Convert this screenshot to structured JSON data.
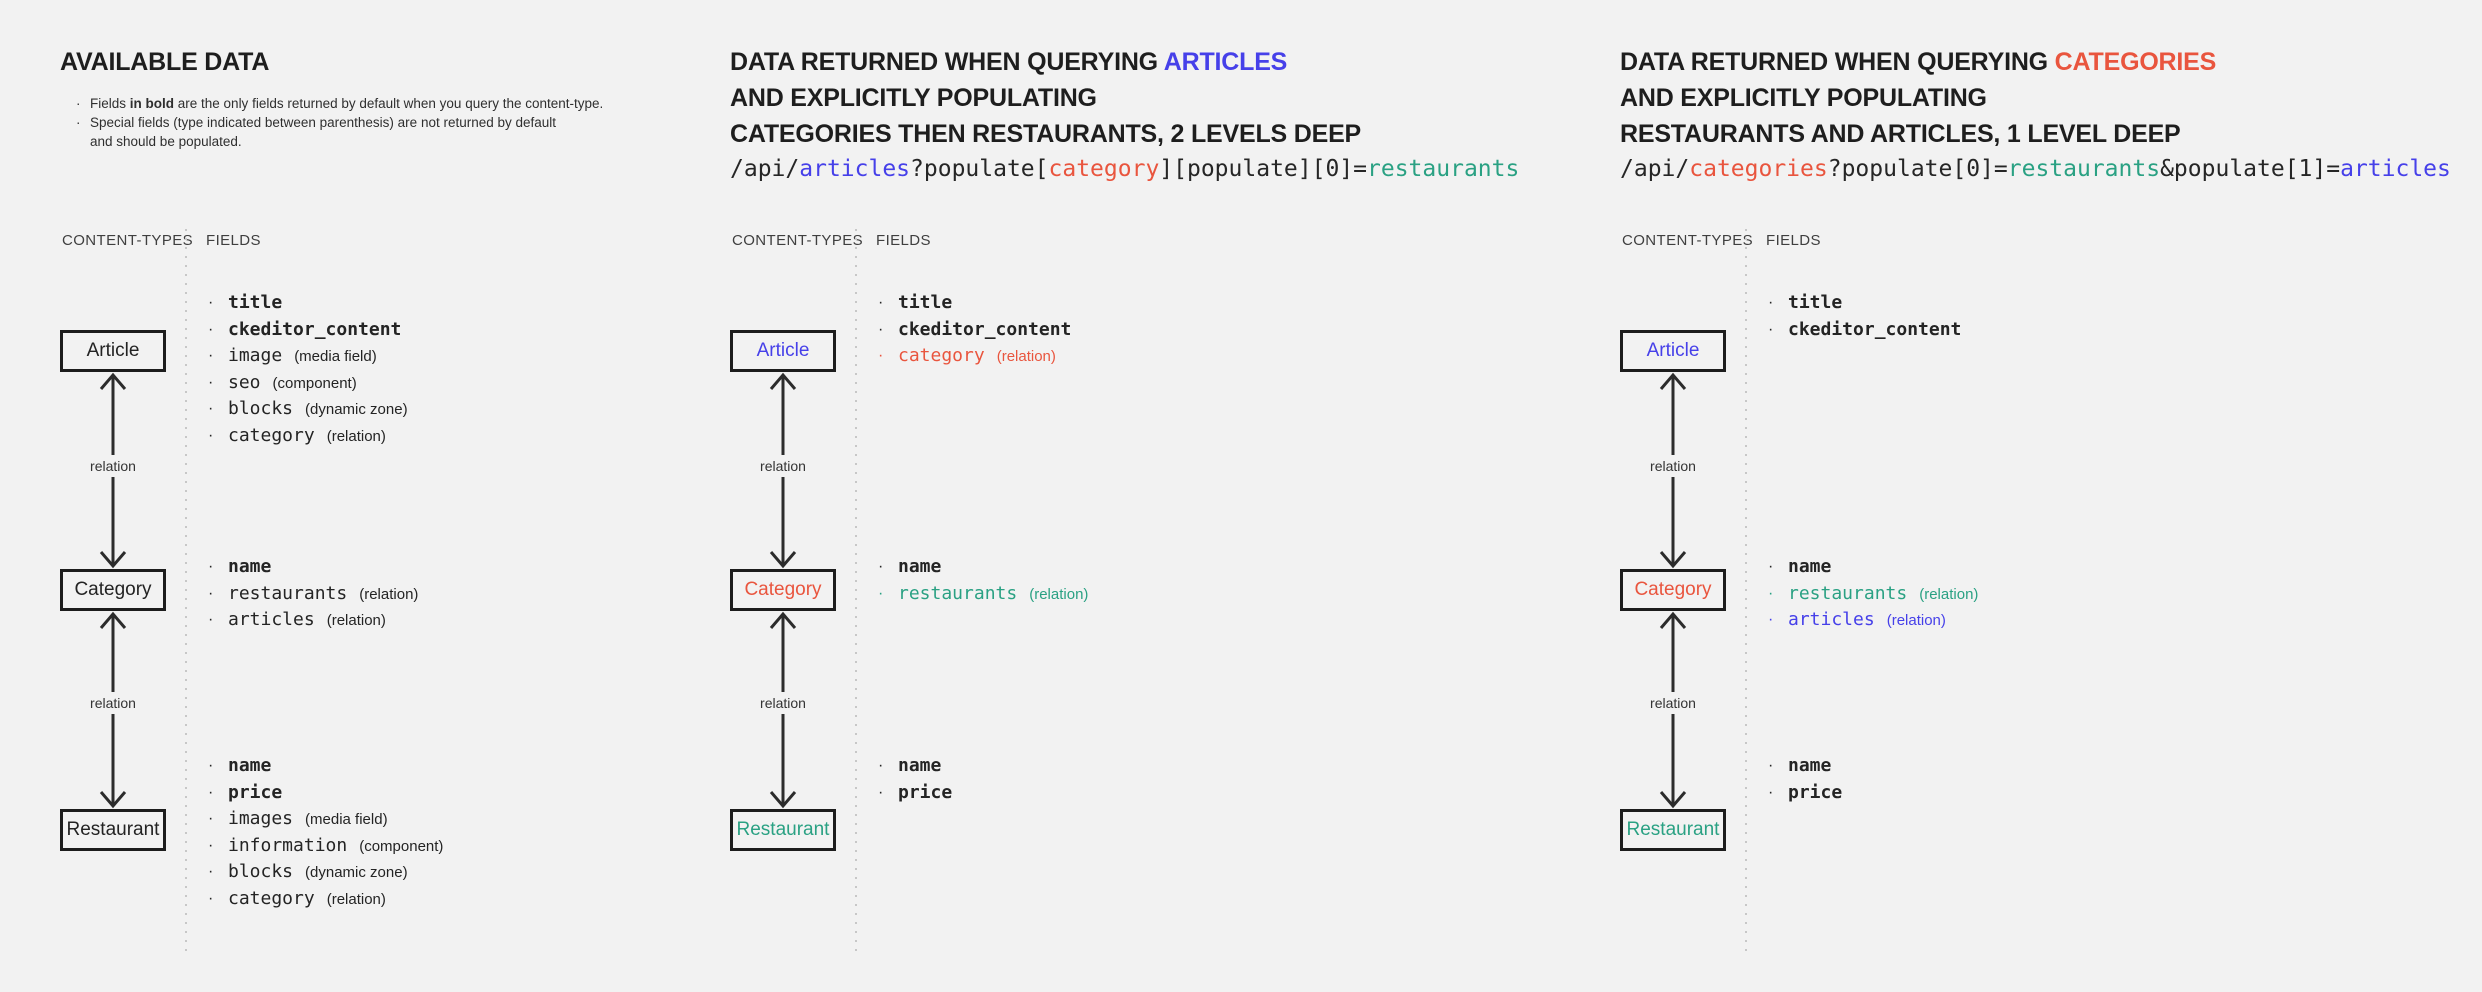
{
  "colors": {
    "background": "#f2f2f2",
    "ink": "#232323",
    "accent_blue_articles": "#4640e9",
    "accent_red_categories": "#e9553e",
    "accent_teal_restaurants": "#2aa183"
  },
  "relation_label": "relation",
  "panels": [
    {
      "title": "AVAILABLE DATA",
      "notes": [
        {
          "prefix": "Fields ",
          "bold": "in bold",
          "suffix": " are the only fields returned by default when you query the content-type."
        },
        {
          "line1": "Special fields (type indicated between parenthesis) are not returned by default",
          "line2": "and should be populated."
        }
      ],
      "columns": {
        "left": "CONTENT-TYPES",
        "right": "FIELDS"
      },
      "nodes": [
        {
          "label": "Article",
          "fields": [
            {
              "name": "title",
              "bold": true
            },
            {
              "name": "ckeditor_content",
              "bold": true
            },
            {
              "name": "image",
              "type": "(media field)"
            },
            {
              "name": "seo",
              "type": "(component)"
            },
            {
              "name": "blocks",
              "type": "(dynamic zone)"
            },
            {
              "name": "category",
              "type": "(relation)"
            }
          ]
        },
        {
          "label": "Category",
          "fields": [
            {
              "name": "name",
              "bold": true
            },
            {
              "name": "restaurants",
              "type": "(relation)"
            },
            {
              "name": "articles",
              "type": "(relation)"
            }
          ]
        },
        {
          "label": "Restaurant",
          "fields": [
            {
              "name": "name",
              "bold": true
            },
            {
              "name": "price",
              "bold": true
            },
            {
              "name": "images",
              "type": "(media field)"
            },
            {
              "name": "information",
              "type": "(component)"
            },
            {
              "name": "blocks",
              "type": "(dynamic zone)"
            },
            {
              "name": "category",
              "type": "(relation)"
            }
          ]
        }
      ]
    },
    {
      "heading": {
        "line1_prefix": "DATA RETURNED WHEN QUERYING ",
        "line1_highlight": "ARTICLES",
        "line2": "AND EXPLICITLY POPULATING",
        "line3": "CATEGORIES THEN RESTAURANTS, 2 LEVELS DEEP"
      },
      "api": [
        {
          "text": "/api/"
        },
        {
          "text": "articles",
          "highlight": "blue"
        },
        {
          "text": "?populate["
        },
        {
          "text": "category",
          "highlight": "red"
        },
        {
          "text": "][populate][0]="
        },
        {
          "text": "restaurants",
          "highlight": "teal"
        }
      ],
      "columns": {
        "left": "CONTENT-TYPES",
        "right": "FIELDS"
      },
      "nodes": [
        {
          "label": "Article",
          "highlight": "blue",
          "fields": [
            {
              "name": "title",
              "bold": true
            },
            {
              "name": "ckeditor_content",
              "bold": true
            },
            {
              "name": "category",
              "type": "(relation)",
              "highlight": "red"
            }
          ]
        },
        {
          "label": "Category",
          "highlight": "red",
          "fields": [
            {
              "name": "name",
              "bold": true
            },
            {
              "name": "restaurants",
              "type": "(relation)",
              "highlight": "teal"
            }
          ]
        },
        {
          "label": "Restaurant",
          "highlight": "teal",
          "fields": [
            {
              "name": "name",
              "bold": true
            },
            {
              "name": "price",
              "bold": true
            }
          ]
        }
      ]
    },
    {
      "heading": {
        "line1_prefix": "DATA RETURNED WHEN QUERYING ",
        "line1_highlight": "CATEGORIES",
        "line2": "AND EXPLICITLY POPULATING",
        "line3": "RESTAURANTS AND ARTICLES, 1 LEVEL DEEP"
      },
      "api": [
        {
          "text": "/api/"
        },
        {
          "text": "categories",
          "highlight": "red"
        },
        {
          "text": "?populate[0]="
        },
        {
          "text": "restaurants",
          "highlight": "teal"
        },
        {
          "text": "&populate[1]="
        },
        {
          "text": "articles",
          "highlight": "blue"
        }
      ],
      "columns": {
        "left": "CONTENT-TYPES",
        "right": "FIELDS"
      },
      "nodes": [
        {
          "label": "Article",
          "highlight": "blue",
          "fields": [
            {
              "name": "title",
              "bold": true
            },
            {
              "name": "ckeditor_content",
              "bold": true
            }
          ]
        },
        {
          "label": "Category",
          "highlight": "red",
          "fields": [
            {
              "name": "name",
              "bold": true
            },
            {
              "name": "restaurants",
              "type": "(relation)",
              "highlight": "teal"
            },
            {
              "name": "articles",
              "type": "(relation)",
              "highlight": "blue"
            }
          ]
        },
        {
          "label": "Restaurant",
          "highlight": "teal",
          "fields": [
            {
              "name": "name",
              "bold": true
            },
            {
              "name": "price",
              "bold": true
            }
          ]
        }
      ]
    }
  ]
}
